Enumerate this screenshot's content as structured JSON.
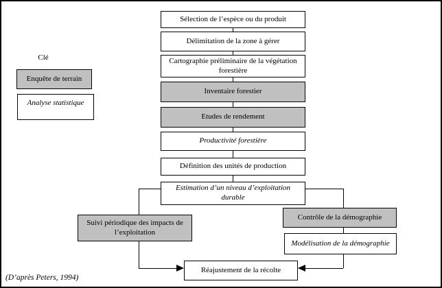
{
  "legend": {
    "title": "Clé",
    "items": [
      {
        "label": "Enquête de terrain",
        "category": "field-survey"
      },
      {
        "label": "Analyse statistique",
        "category": "statistical-analysis"
      }
    ]
  },
  "flow": {
    "main_steps": [
      {
        "label": "Sélection de l’espèce ou du produit",
        "category": "plain"
      },
      {
        "label": "Délimitation de la zone à gérer",
        "category": "plain"
      },
      {
        "label": "Cartographie préliminaire de la végétation forestière",
        "category": "plain"
      },
      {
        "label": "Inventaire forestier",
        "category": "field-survey"
      },
      {
        "label": "Etudes de rendement",
        "category": "field-survey"
      },
      {
        "label": "Productivité forestière",
        "category": "statistical-analysis"
      },
      {
        "label": "Définition des unités de production",
        "category": "plain"
      },
      {
        "label": "Estimation d’un niveau d’exploitation durable",
        "category": "statistical-analysis"
      }
    ],
    "left_branch": {
      "label": "Suivi périodique des impacts de l’exploitation",
      "category": "field-survey"
    },
    "right_branch_steps": [
      {
        "label": "Contrôle de la démographie",
        "category": "field-survey"
      },
      {
        "label": "Modélisation de la démographie",
        "category": "statistical-analysis"
      }
    ],
    "final_step": {
      "label": "Réajustement de la récolte",
      "category": "plain"
    }
  },
  "citation": "(D’après Peters, 1994)",
  "colors": {
    "field_survey_fill": "#c0c0c0",
    "statistical_fill": "#ffffff",
    "line": "#000000"
  }
}
